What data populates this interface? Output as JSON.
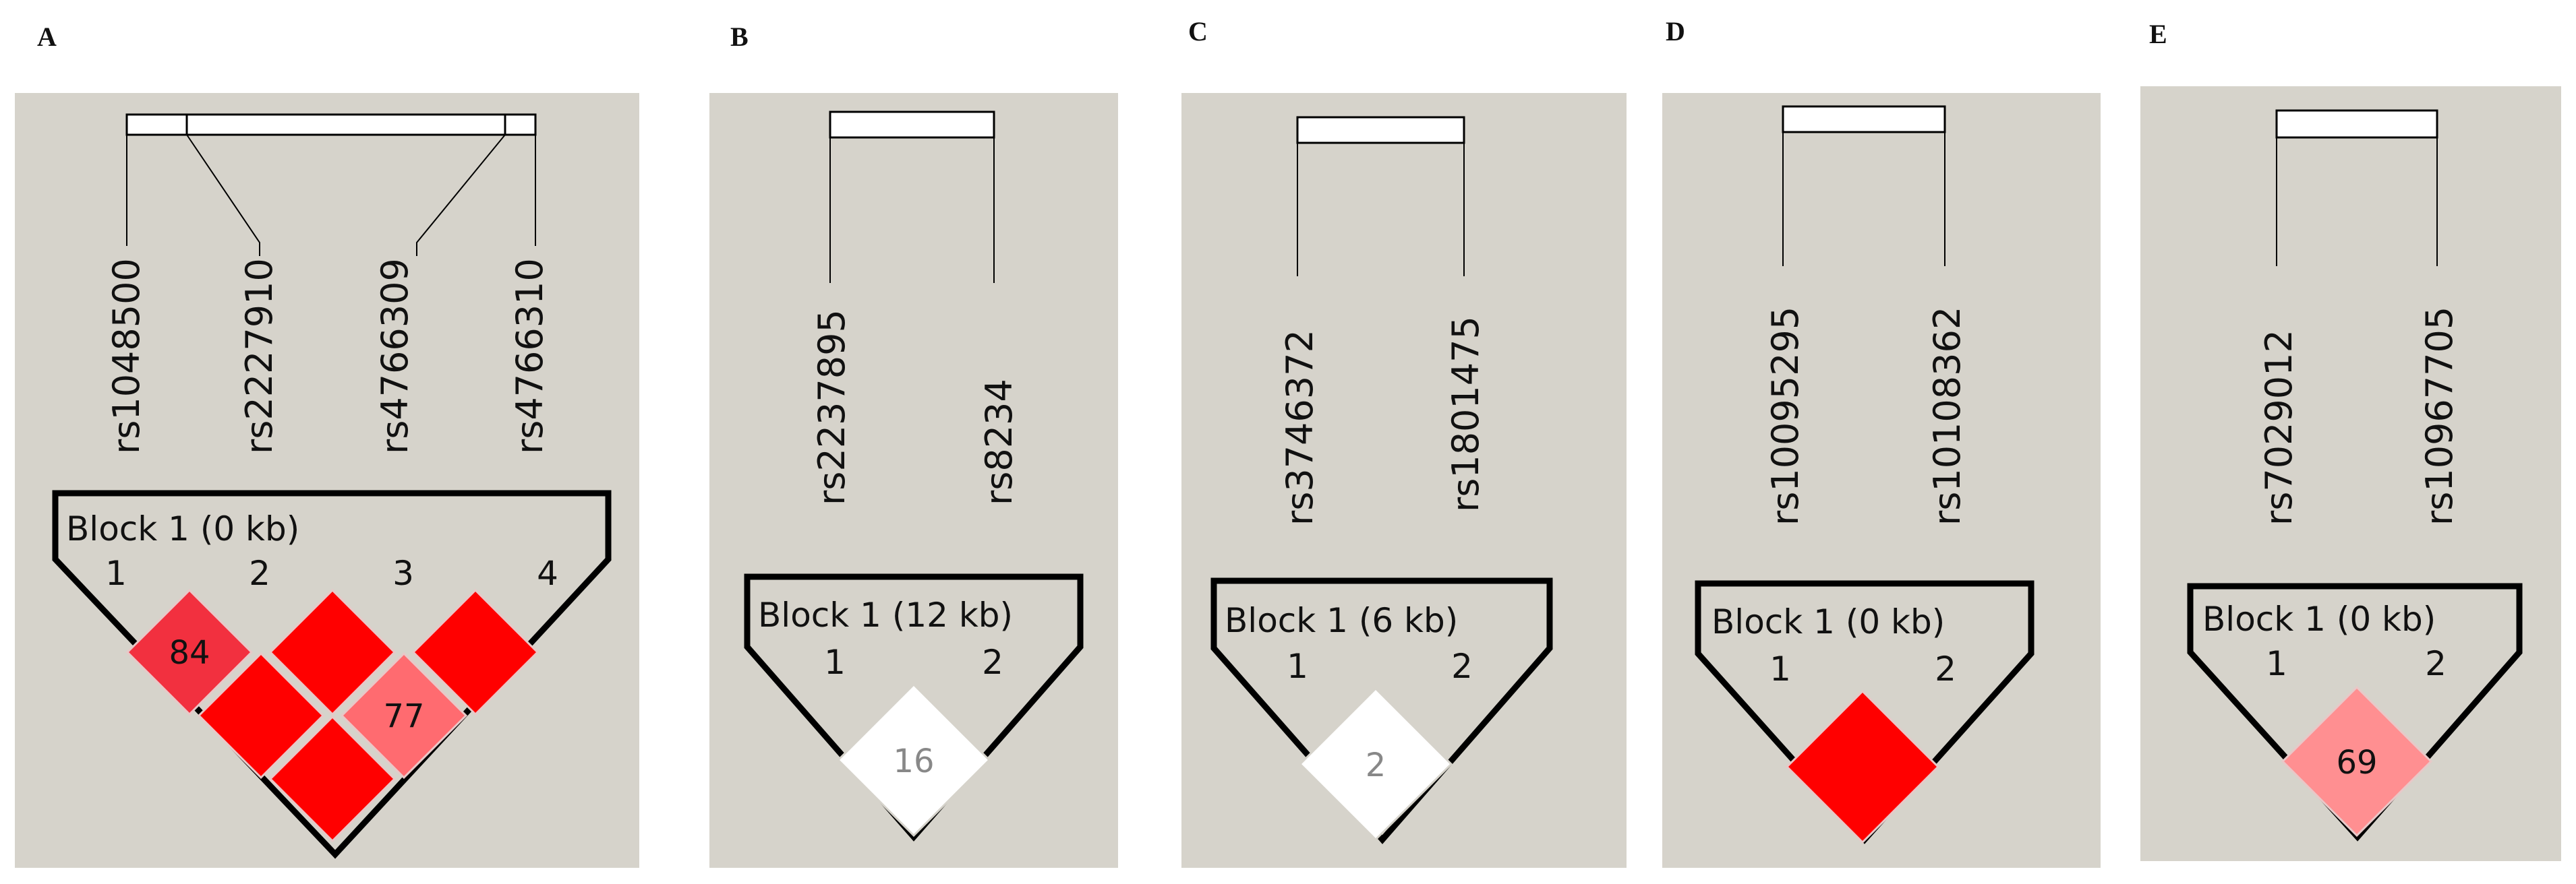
{
  "colors": {
    "panel_bg": "#d6d3cb",
    "strong_ld": "#ff0000",
    "high_ld": "#f2303f",
    "medium_ld": "#ff6b70",
    "low_ld": "#ff8f91",
    "no_ld": "#ffffff"
  },
  "panels": [
    {
      "letter": "A",
      "snps": [
        "rs1048500",
        "rs2227910",
        "rs4766309",
        "rs4766310"
      ],
      "block_label": "Block 1 (0 kb)",
      "indices": [
        "1",
        "2",
        "3",
        "4"
      ],
      "ld_cells": [
        {
          "pair": "1-2",
          "value": "84",
          "color": "high"
        },
        {
          "pair": "2-3",
          "value": "",
          "color": "strong"
        },
        {
          "pair": "3-4",
          "value": "",
          "color": "strong"
        },
        {
          "pair": "1-3",
          "value": "",
          "color": "strong"
        },
        {
          "pair": "2-4",
          "value": "77",
          "color": "medium"
        },
        {
          "pair": "1-4",
          "value": "",
          "color": "strong"
        }
      ]
    },
    {
      "letter": "B",
      "snps": [
        "rs2237895",
        "rs8234"
      ],
      "block_label": "Block 1 (12 kb)",
      "indices": [
        "1",
        "2"
      ],
      "ld_cells": [
        {
          "pair": "1-2",
          "value": "16",
          "color": "none"
        }
      ]
    },
    {
      "letter": "C",
      "snps": [
        "rs3746372",
        "rs1801475"
      ],
      "block_label": "Block 1 (6 kb)",
      "indices": [
        "1",
        "2"
      ],
      "ld_cells": [
        {
          "pair": "1-2",
          "value": "2",
          "color": "none"
        }
      ]
    },
    {
      "letter": "D",
      "snps": [
        "rs10095295",
        "rs10108362"
      ],
      "block_label": "Block 1 (0 kb)",
      "indices": [
        "1",
        "2"
      ],
      "ld_cells": [
        {
          "pair": "1-2",
          "value": "",
          "color": "strong"
        }
      ]
    },
    {
      "letter": "E",
      "snps": [
        "rs7029012",
        "rs10967705"
      ],
      "block_label": "Block 1 (0 kb)",
      "indices": [
        "1",
        "2"
      ],
      "ld_cells": [
        {
          "pair": "1-2",
          "value": "69",
          "color": "low"
        }
      ]
    }
  ]
}
